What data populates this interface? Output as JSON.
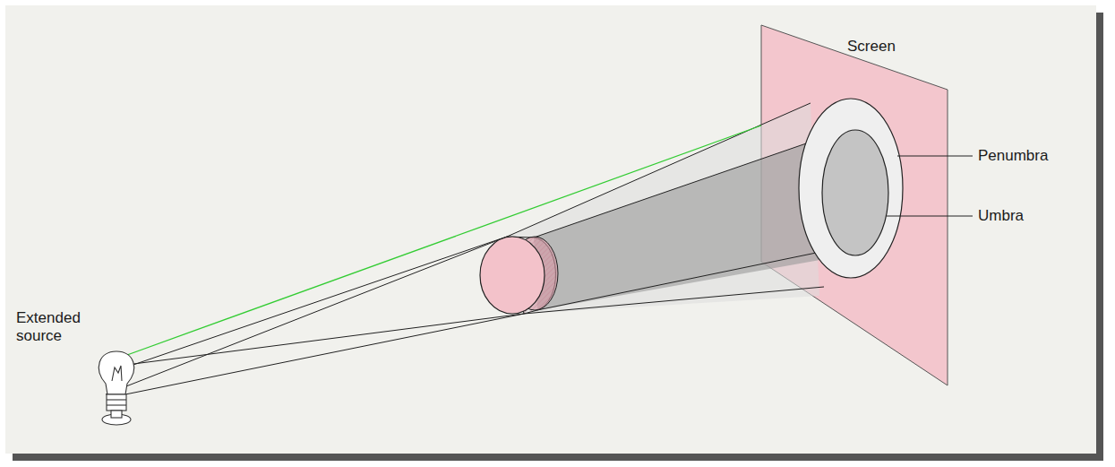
{
  "diagram": {
    "labels": [
      "Extended source",
      "Screen",
      "Penumbra",
      "Umbra"
    ]
  }
}
